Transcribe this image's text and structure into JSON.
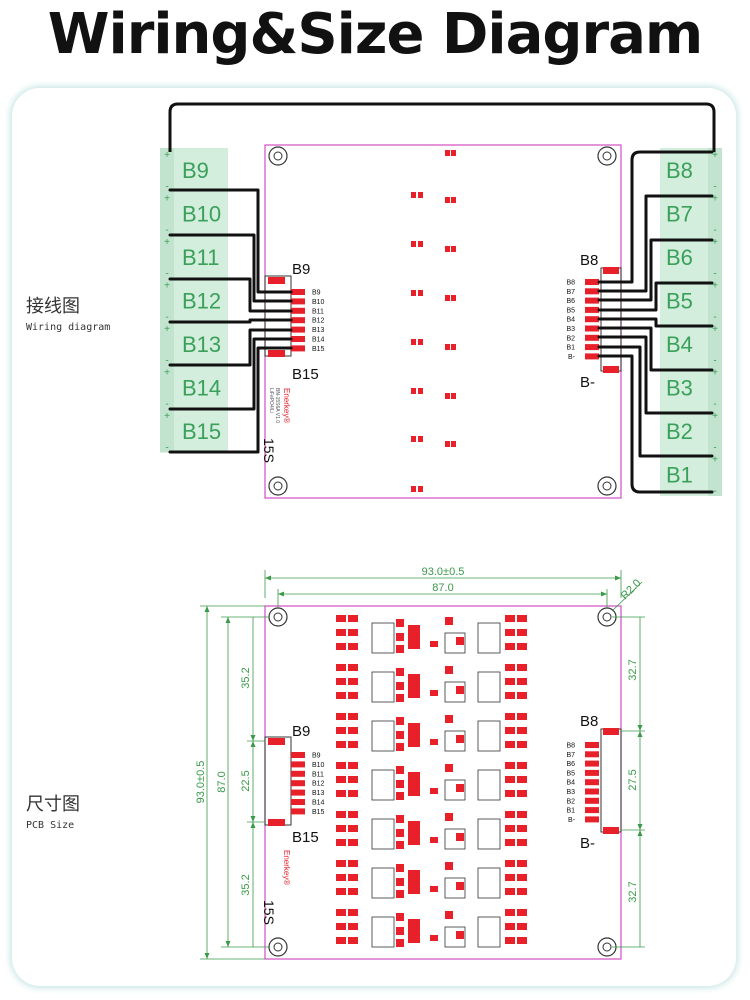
{
  "title": "Wiring&Size  Diagram",
  "wiring": {
    "label_zh": "接线图",
    "label_en": "Wiring diagram",
    "cells_left": [
      "B9",
      "B10",
      "B11",
      "B12",
      "B13",
      "B14",
      "B15"
    ],
    "cells_right": [
      "B8",
      "B7",
      "B6",
      "B5",
      "B4",
      "B3",
      "B2",
      "B1"
    ],
    "conn_left_top": "B9",
    "conn_left_bottom": "B15",
    "conn_left_pins": [
      "B9",
      "B10",
      "B11",
      "B12",
      "B13",
      "B14",
      "B15"
    ],
    "conn_right_top": "B8",
    "conn_right_bottom": "B-",
    "conn_right_pins": [
      "B8",
      "B7",
      "B6",
      "B5",
      "B4",
      "B3",
      "B2",
      "B1",
      "B-"
    ],
    "series_label": "15S",
    "brand": "Enerkey®",
    "board_text": "BN-15S6A V1.0",
    "board_text2": "LiFePO4/Li"
  },
  "size": {
    "label_zh": "尺寸图",
    "label_en": "PCB Size",
    "dim_width_outer": "93.0±0.5",
    "dim_width_inner": "87.0",
    "dim_radius": "R2.0",
    "dim_height_outer": "93.0±0.5",
    "dim_height_inner": "87.0",
    "dim_left_top": "35.2",
    "dim_left_mid": "22.5",
    "dim_left_bottom": "35.2",
    "dim_right_top": "32.7",
    "dim_right_mid": "27.5",
    "dim_right_bottom": "32.7",
    "conn_left_top": "B9",
    "conn_left_bottom": "B15",
    "conn_left_pins": [
      "B9",
      "B10",
      "B11",
      "B12",
      "B13",
      "B14",
      "B15"
    ],
    "conn_right_top": "B8",
    "conn_right_bottom": "B-",
    "conn_right_pins": [
      "B8",
      "B7",
      "B6",
      "B5",
      "B4",
      "B3",
      "B2",
      "B1",
      "B-"
    ],
    "series_label": "15S",
    "brand": "Enerkey®"
  },
  "colors": {
    "pcb_outline": "#d24ec0",
    "copper": "#e8202a",
    "cell": "#d4eedd",
    "cell_text": "#3aa05a",
    "dimension": "#3a9a4a",
    "wire": "#111111"
  },
  "icons": [
    "mounting-hole-icon",
    "plus-terminal-icon",
    "minus-terminal-icon"
  ]
}
